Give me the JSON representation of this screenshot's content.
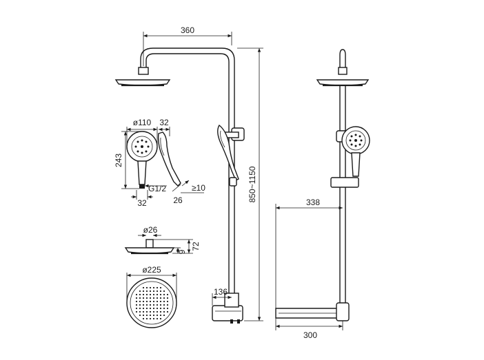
{
  "dimensions": {
    "arm_width": "360",
    "column_height": "850~1150",
    "hand_shower_diameter": "ø110",
    "hand_shower_depth": "32",
    "hand_shower_length": "243",
    "thread": "G1/2",
    "hand_shower_base": "32",
    "hose_angle": "26",
    "hose_min": "≥10",
    "head_connector_diameter": "ø26",
    "head_height": "72",
    "head_thickness": "9",
    "head_diameter": "ø225",
    "mixer_offset": "136",
    "wall_to_column": "338",
    "bath_spout_length": "300"
  },
  "colors": {
    "line": "#1a1a1a",
    "background": "#ffffff"
  }
}
